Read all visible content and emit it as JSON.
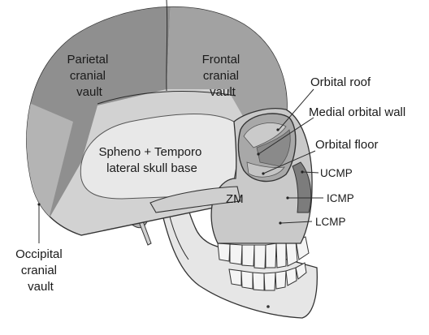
{
  "labels": {
    "parietal": [
      "Parietal",
      "cranial",
      "vault"
    ],
    "frontal": [
      "Frontal",
      "cranial",
      "vault"
    ],
    "spheno": [
      "Spheno + Temporo",
      "lateral skull base"
    ],
    "zm": "ZM",
    "occipital": [
      "Occipital",
      "cranial",
      "vault"
    ],
    "orbital_roof": "Orbital roof",
    "medial_orbital_wall": "Medial orbital wall",
    "orbital_floor": "Orbital floor",
    "ucmp": "UCMP",
    "icmp": "ICMP",
    "lcmp": "LCMP"
  }
}
